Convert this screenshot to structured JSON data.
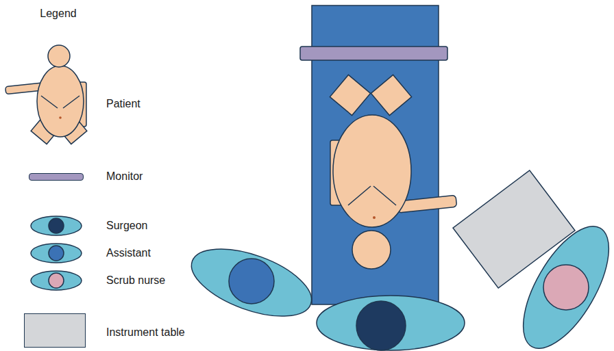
{
  "diagram": {
    "labels": [
      "Legend"
    ],
    "legend": [
      {
        "text": "Patient"
      },
      {
        "text": "Monitor",
        "color": "#a397bf"
      },
      {
        "text": "Surgeon"
      },
      {
        "text": "Assistant"
      },
      {
        "text": "Scrub nurse"
      },
      {
        "text": "Instrument table",
        "color": "#d4d6d9"
      }
    ]
  }
}
